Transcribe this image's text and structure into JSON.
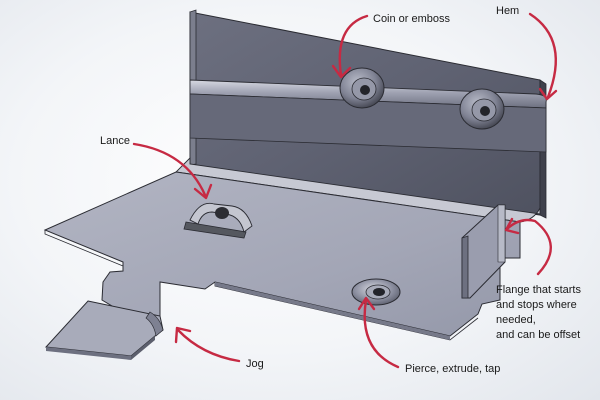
{
  "diagram": {
    "labels": {
      "coin": "Coin or emboss",
      "hem": "Hem",
      "lance": "Lance",
      "flange_lines": [
        "Flange that starts",
        "and stops where",
        "needed,",
        "and can be offset"
      ],
      "jog": "Jog",
      "pierce": "Pierce, extrude, tap"
    },
    "colors": {
      "metal_light": "#a9acbb",
      "metal_mid": "#8c8fa1",
      "metal_dark": "#5c5f6d",
      "edge": "#2b2c33",
      "arrow": "#c62a43"
    }
  }
}
